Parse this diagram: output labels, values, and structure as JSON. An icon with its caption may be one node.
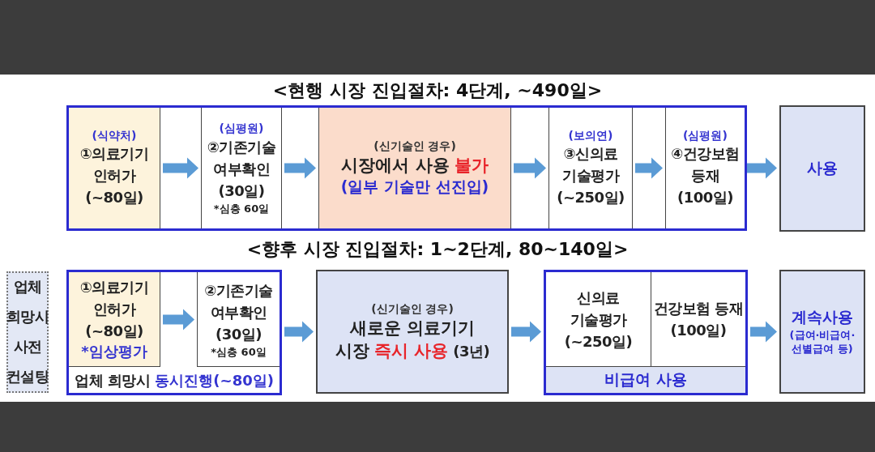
{
  "diagram": {
    "nodes": [
      {
        "text": [],
        "shape": "box"
      },
      {
        "text": [
          "(식약처)",
          "①의료기기 인허가 (~80일)"
        ],
        "in": 0
      },
      {
        "text": [
          "(심평원)",
          "②기존기술 여부확인 (30일)",
          "*심층 60일"
        ],
        "in": 0
      },
      {
        "text": [
          "(신기술인 경우)",
          "시장에서 사용",
          "불가",
          "(일부 기술만 선진입)"
        ],
        "in": 0
      },
      {
        "text": [
          "(보의연)",
          "③신의료 기술평가 (~250일)"
        ],
        "in": 0
      },
      {
        "text": [
          "(심평원)",
          "④건강보험 등재 (100일)"
        ],
        "in": 0
      },
      {
        "text": [
          "사용"
        ]
      },
      {
        "text": [
          "업체 희망시 사전 컨설팅"
        ]
      },
      {
        "text": [],
        "shape": "box"
      },
      {
        "text": [
          "①의료기기 인허가 (~80일)",
          "*임상평가"
        ],
        "in": 8
      },
      {
        "text": [
          "②기존기술 여부확인 (30일)",
          "*심층 60일"
        ],
        "in": 8
      },
      {
        "text": [
          "업체 희망시",
          "동시진행(~80일)"
        ],
        "in": 8
      },
      {
        "text": [
          "(신기술인 경우)",
          "새로운 의료기기",
          "시장",
          "즉시 사용",
          "(3년)"
        ]
      },
      {
        "text": [],
        "shape": "box"
      },
      {
        "text": [
          "신의료 기술평가 (~250일)"
        ],
        "in": 13
      },
      {
        "text": [
          "건강보험 등재 (100일)"
        ],
        "in": 13
      },
      {
        "text": [
          "비급여 사용"
        ],
        "in": 13
      },
      {
        "text": [
          "계속사용",
          "(급여·비급여· 선별급여 등)"
        ]
      }
    ],
    "edges": [
      {
        "from": 1,
        "to": 2,
        "arrow": "to"
      },
      {
        "from": 2,
        "to": 3,
        "arrow": "to"
      },
      {
        "from": 3,
        "to": 4,
        "arrow": "to"
      },
      {
        "from": 4,
        "to": 5,
        "arrow": "to"
      },
      {
        "from": 5,
        "to": 6,
        "arrow": "to"
      },
      {
        "from": 9,
        "to": 10,
        "arrow": "to"
      },
      {
        "from": 8,
        "to": 12,
        "arrow": "to"
      },
      {
        "from": 12,
        "to": 13,
        "arrow": "to"
      },
      {
        "from": 13,
        "to": 17,
        "arrow": "to"
      }
    ],
    "labels": [
      "<현행 시장 진입절차: 4단계, ~490일>",
      "<향후 시장 진입절차: 1~2단계, 80~140일>"
    ]
  }
}
